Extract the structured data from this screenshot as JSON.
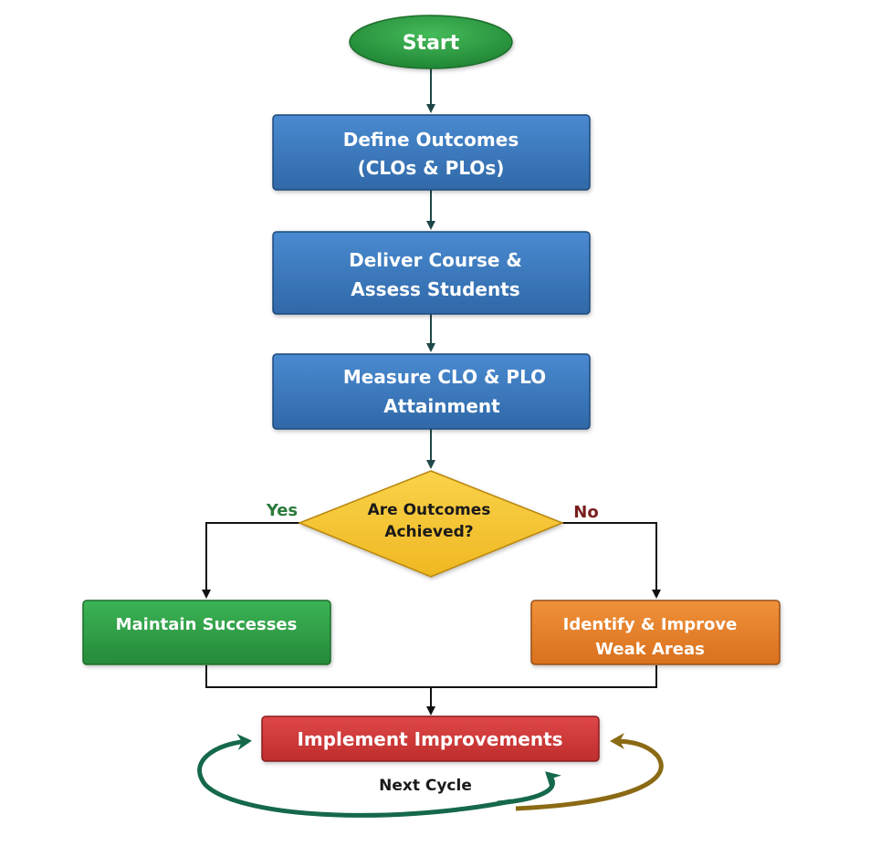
{
  "diagram": {
    "type": "flowchart",
    "nodes": {
      "start": {
        "label": "Start",
        "shape": "ellipse",
        "color": "#2e9e45"
      },
      "define": {
        "lines": [
          "Define Outcomes",
          "(CLOs & PLOs)"
        ],
        "shape": "rect",
        "color": "#3b78bd"
      },
      "deliver": {
        "lines": [
          "Deliver Course &",
          "Assess Students"
        ],
        "shape": "rect",
        "color": "#3b78bd"
      },
      "measure": {
        "lines": [
          "Measure CLO & PLO",
          "Attainment"
        ],
        "shape": "rect",
        "color": "#3b78bd"
      },
      "decision": {
        "lines": [
          "Are Outcomes",
          "Achieved?"
        ],
        "shape": "diamond",
        "color": "#f4c531"
      },
      "maintain": {
        "label": "Maintain Successes",
        "shape": "rect",
        "color": "#2f9e44"
      },
      "improve": {
        "lines": [
          "Identify & Improve",
          "Weak Areas"
        ],
        "shape": "rect",
        "color": "#e8832a"
      },
      "implement": {
        "label": "Implement Improvements",
        "shape": "rect",
        "color": "#d33a3a"
      }
    },
    "branches": {
      "yes": {
        "label": "Yes",
        "color": "#2a7a3a"
      },
      "no": {
        "label": "No",
        "color": "#7a1e1e"
      }
    },
    "cycle": {
      "label": "Next Cycle",
      "left_arrow_color": "#15694a",
      "right_arrow_color": "#8a6a14"
    },
    "edges": [
      [
        "start",
        "define"
      ],
      [
        "define",
        "deliver"
      ],
      [
        "deliver",
        "measure"
      ],
      [
        "measure",
        "decision"
      ],
      [
        "decision",
        "maintain",
        "Yes"
      ],
      [
        "decision",
        "improve",
        "No"
      ],
      [
        "maintain",
        "implement"
      ],
      [
        "improve",
        "implement"
      ]
    ]
  }
}
